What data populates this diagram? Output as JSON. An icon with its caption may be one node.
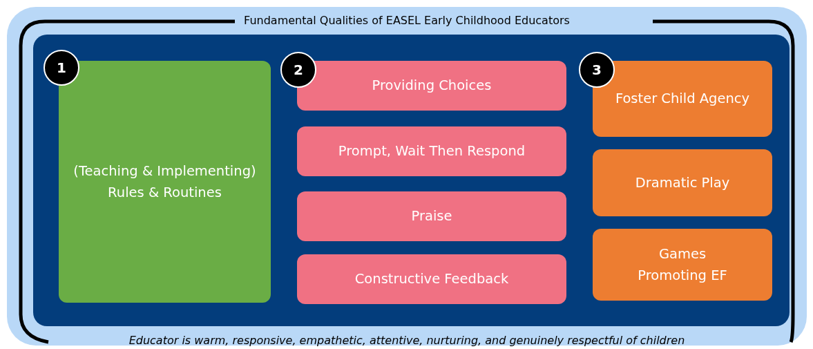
{
  "diagram": {
    "nodes": [
      {
        "text": [
          "Fundamental Qualities of EASEL Early Childhood Educators",
          "Educator is warm, responsive, empathetic, attentive, nurturing, and genuinely respectful of children"
        ]
      },
      {
        "text": [],
        "shape": "box",
        "in": 0
      },
      {
        "text": [
          "1"
        ],
        "in": 1
      },
      {
        "text": [
          "(Teaching & Implementing) Rules & Routines"
        ],
        "in": 1
      },
      {
        "text": [
          "2"
        ],
        "in": 1
      },
      {
        "text": [
          "Providing Choices"
        ],
        "in": 1
      },
      {
        "text": [
          "Prompt, Wait Then Respond"
        ],
        "in": 1
      },
      {
        "text": [
          "Praise"
        ],
        "in": 1
      },
      {
        "text": [
          "Constructive Feedback"
        ],
        "in": 1
      },
      {
        "text": [
          "3"
        ],
        "in": 1
      },
      {
        "text": [
          "Foster Child Agency"
        ],
        "in": 1
      },
      {
        "text": [
          "Dramatic Play"
        ],
        "in": 1
      },
      {
        "text": [
          "Games Promoting EF"
        ],
        "in": 1
      }
    ],
    "edges": []
  }
}
